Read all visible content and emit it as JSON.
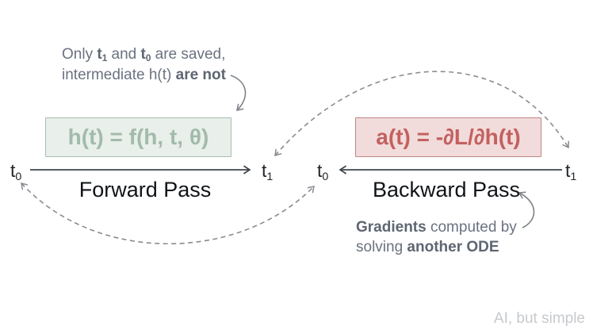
{
  "notes": {
    "saved": {
      "prefix": "Only ",
      "t1": {
        "base": "t",
        "sub": "1"
      },
      "mid": " and ",
      "t0": {
        "base": "t",
        "sub": "0"
      },
      "suffix": " are saved,",
      "line2_prefix": "intermediate h(t) ",
      "line2_bold": "are not"
    },
    "gradients": {
      "bold1": "Gradients",
      "rest1": " computed by",
      "prefix2": "solving ",
      "bold2": "another ODE"
    }
  },
  "boxes": {
    "forward": {
      "formula": "h(t) = f(h, t, θ)",
      "bg": "#e9efeb",
      "border": "#a8beaf",
      "text_color": "#a2bbab"
    },
    "backward": {
      "formula": "a(t) = -∂L/∂h(t)",
      "bg": "#f2dbdb",
      "border": "#c08585",
      "text_color": "#c26160"
    }
  },
  "axes": {
    "forward": {
      "label": "Forward Pass",
      "t_left": {
        "base": "t",
        "sub": "0"
      },
      "t_right": {
        "base": "t",
        "sub": "1"
      }
    },
    "backward": {
      "label": "Backward Pass",
      "t_left": {
        "base": "t",
        "sub": "0"
      },
      "t_right": {
        "base": "t",
        "sub": "1"
      }
    }
  },
  "watermark": "AI, but simple",
  "colors": {
    "solid_line": "#3f4449",
    "dashed_line": "#888c91",
    "note_arrow": "#7d8288",
    "note_text": "#6b7280",
    "watermark": "#c7cacd"
  }
}
